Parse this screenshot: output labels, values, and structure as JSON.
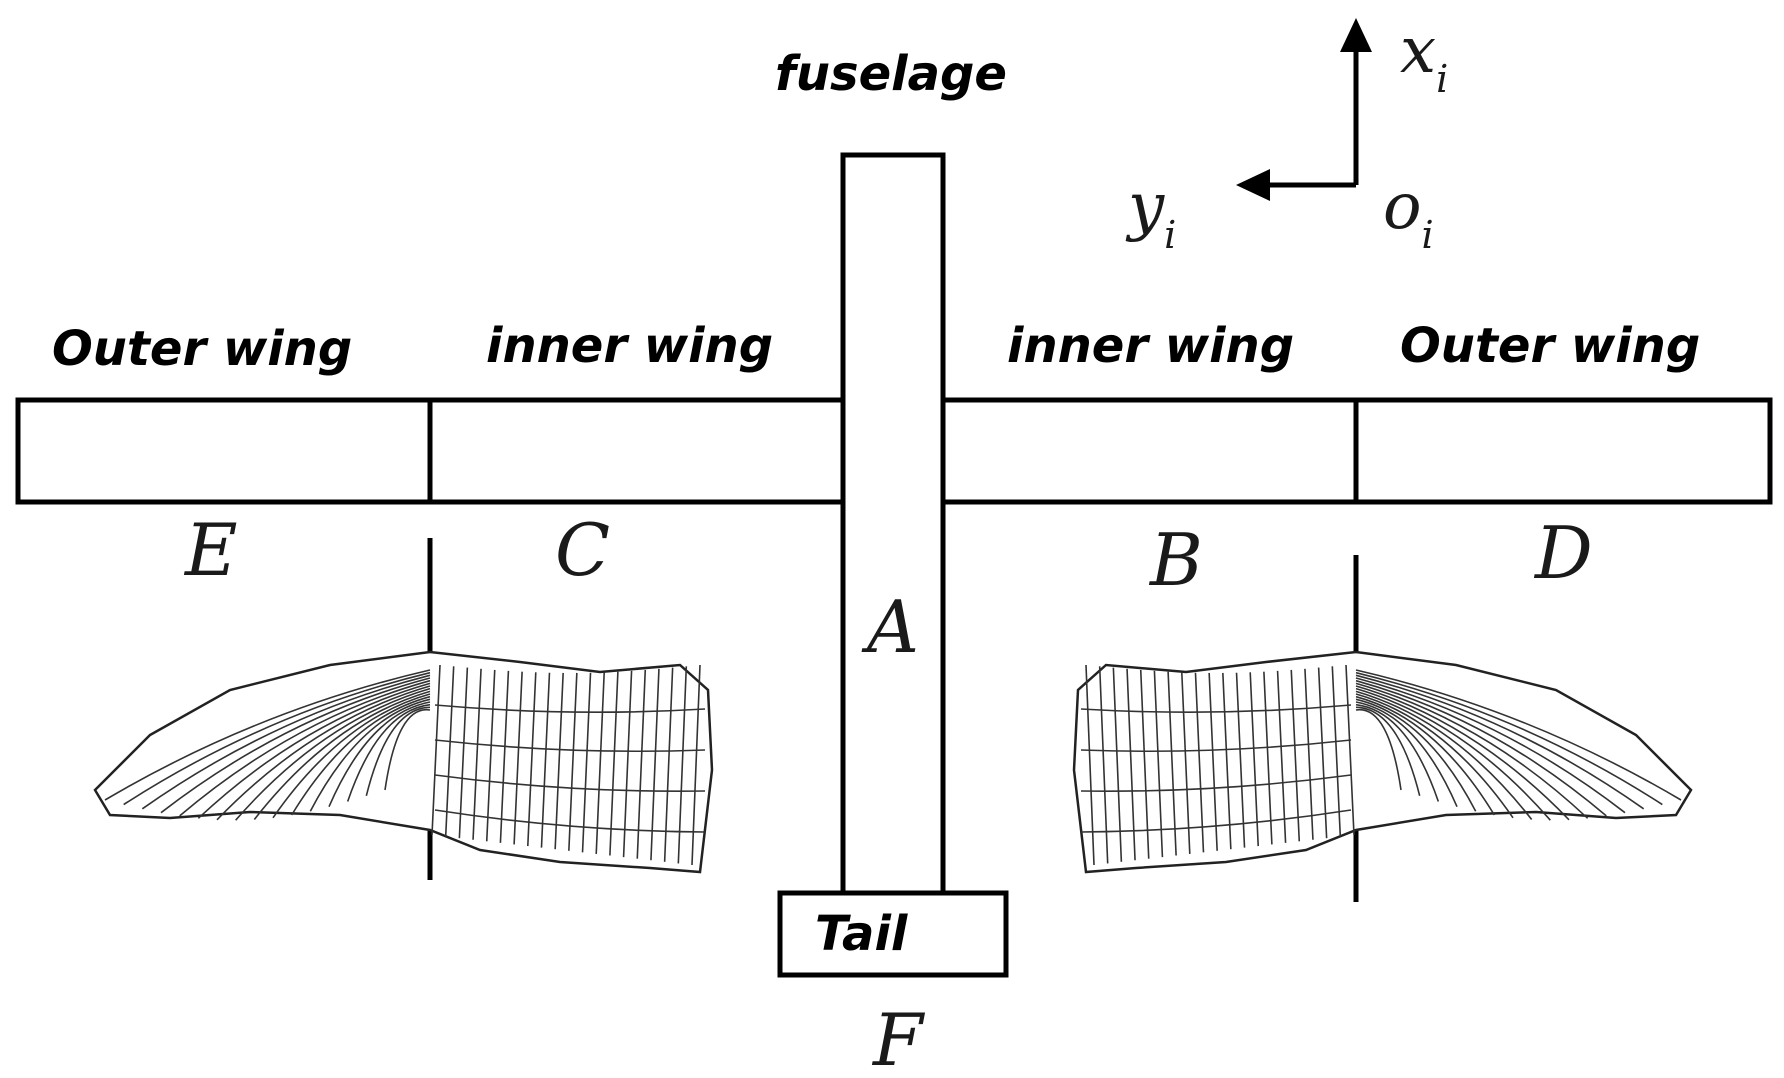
{
  "labels": {
    "fuselage": "fuselage",
    "outer_wing_left": "Outer wing",
    "inner_wing_left": "inner wing",
    "inner_wing_right": "inner wing",
    "outer_wing_right": "Outer wing",
    "tail": "Tail"
  },
  "parts": {
    "A": "A",
    "B": "B",
    "C": "C",
    "D": "D",
    "E": "E",
    "F": "F"
  },
  "axes": {
    "x_letter": "x",
    "x_sub": "i",
    "y_letter": "y",
    "y_sub": "i",
    "o_letter": "o",
    "o_sub": "i"
  },
  "icons": {
    "left_wing": "bird-wing-icon",
    "right_wing": "bird-wing-icon"
  }
}
